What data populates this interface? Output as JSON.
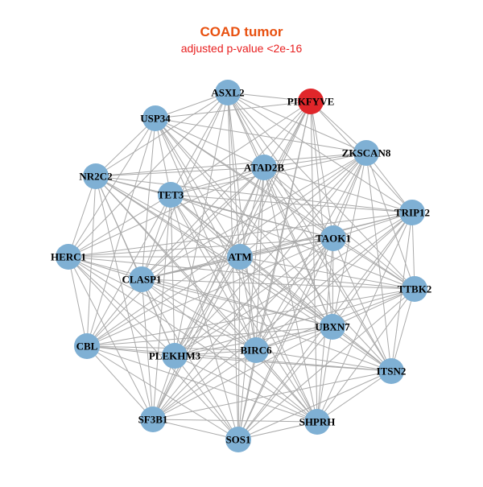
{
  "header": {
    "title": "COAD tumor",
    "subtitle": "adjusted p-value <2e-16"
  },
  "colors": {
    "title": "#e8500f",
    "subtitle": "#e82020",
    "node_default": "#7fb0d4",
    "node_highlight": "#e0262a",
    "edge": "#aaaaaa",
    "background": "#ffffff"
  },
  "network": {
    "highlight_node": "PIKFYVE",
    "nodes": [
      "PIKFYVE",
      "ASXL2",
      "USP34",
      "ZKSCAN8",
      "ATAD2B",
      "NR2C2",
      "TET3",
      "TRIP12",
      "TAOK1",
      "HERC1",
      "ATM",
      "CLASP1",
      "TTBK2",
      "UBXN7",
      "CBL",
      "BIRC6",
      "PLEKHM3",
      "ITSN2",
      "SF3B1",
      "SHPRH",
      "SOS1"
    ],
    "edges": [
      [
        "PIKFYVE",
        "ASXL2"
      ],
      [
        "PIKFYVE",
        "ZKSCAN8"
      ],
      [
        "PIKFYVE",
        "ATAD2B"
      ],
      [
        "PIKFYVE",
        "TET3"
      ],
      [
        "PIKFYVE",
        "TRIP12"
      ],
      [
        "PIKFYVE",
        "TAOK1"
      ],
      [
        "PIKFYVE",
        "ATM"
      ],
      [
        "PIKFYVE",
        "CLASP1"
      ],
      [
        "PIKFYVE",
        "UBXN7"
      ],
      [
        "PIKFYVE",
        "BIRC6"
      ],
      [
        "PIKFYVE",
        "PLEKHM3"
      ],
      [
        "PIKFYVE",
        "SOS1"
      ],
      [
        "PIKFYVE",
        "USP34"
      ],
      [
        "PIKFYVE",
        "SHPRH"
      ],
      [
        "PIKFYVE",
        "SF3B1"
      ],
      [
        "ASXL2",
        "USP34"
      ],
      [
        "ASXL2",
        "NR2C2"
      ],
      [
        "ASXL2",
        "TET3"
      ],
      [
        "ASXL2",
        "ATAD2B"
      ],
      [
        "ASXL2",
        "ZKSCAN8"
      ],
      [
        "ASXL2",
        "TRIP12"
      ],
      [
        "ASXL2",
        "TAOK1"
      ],
      [
        "ASXL2",
        "ATM"
      ],
      [
        "ASXL2",
        "CLASP1"
      ],
      [
        "ASXL2",
        "HERC1"
      ],
      [
        "ASXL2",
        "UBXN7"
      ],
      [
        "ASXL2",
        "BIRC6"
      ],
      [
        "ASXL2",
        "TTBK2"
      ],
      [
        "ASXL2",
        "ITSN2"
      ],
      [
        "ASXL2",
        "SOS1"
      ],
      [
        "ASXL2",
        "PLEKHM3"
      ],
      [
        "USP34",
        "NR2C2"
      ],
      [
        "USP34",
        "TET3"
      ],
      [
        "USP34",
        "ATAD2B"
      ],
      [
        "USP34",
        "ZKSCAN8"
      ],
      [
        "USP34",
        "TAOK1"
      ],
      [
        "USP34",
        "ATM"
      ],
      [
        "USP34",
        "HERC1"
      ],
      [
        "USP34",
        "CLASP1"
      ],
      [
        "USP34",
        "UBXN7"
      ],
      [
        "USP34",
        "TTBK2"
      ],
      [
        "USP34",
        "BIRC6"
      ],
      [
        "USP34",
        "ITSN2"
      ],
      [
        "USP34",
        "CBL"
      ],
      [
        "USP34",
        "SHPRH"
      ],
      [
        "ZKSCAN8",
        "ATAD2B"
      ],
      [
        "ZKSCAN8",
        "TRIP12"
      ],
      [
        "ZKSCAN8",
        "TAOK1"
      ],
      [
        "ZKSCAN8",
        "TTBK2"
      ],
      [
        "ZKSCAN8",
        "NR2C2"
      ],
      [
        "ZKSCAN8",
        "TET3"
      ],
      [
        "ZKSCAN8",
        "ATM"
      ],
      [
        "ZKSCAN8",
        "CLASP1"
      ],
      [
        "ZKSCAN8",
        "UBXN7"
      ],
      [
        "ZKSCAN8",
        "BIRC6"
      ],
      [
        "ZKSCAN8",
        "PLEKHM3"
      ],
      [
        "ZKSCAN8",
        "SF3B1"
      ],
      [
        "ZKSCAN8",
        "SOS1"
      ],
      [
        "ZKSCAN8",
        "CBL"
      ],
      [
        "ZKSCAN8",
        "ITSN2"
      ],
      [
        "ATAD2B",
        "NR2C2"
      ],
      [
        "ATAD2B",
        "TET3"
      ],
      [
        "ATAD2B",
        "TRIP12"
      ],
      [
        "ATAD2B",
        "TAOK1"
      ],
      [
        "ATAD2B",
        "ATM"
      ],
      [
        "ATAD2B",
        "CLASP1"
      ],
      [
        "ATAD2B",
        "HERC1"
      ],
      [
        "ATAD2B",
        "TTBK2"
      ],
      [
        "ATAD2B",
        "UBXN7"
      ],
      [
        "ATAD2B",
        "BIRC6"
      ],
      [
        "ATAD2B",
        "PLEKHM3"
      ],
      [
        "ATAD2B",
        "ITSN2"
      ],
      [
        "ATAD2B",
        "SF3B1"
      ],
      [
        "ATAD2B",
        "SHPRH"
      ],
      [
        "ATAD2B",
        "SOS1"
      ],
      [
        "ATAD2B",
        "CBL"
      ],
      [
        "NR2C2",
        "TET3"
      ],
      [
        "NR2C2",
        "HERC1"
      ],
      [
        "NR2C2",
        "CLASP1"
      ],
      [
        "NR2C2",
        "ATM"
      ],
      [
        "NR2C2",
        "TAOK1"
      ],
      [
        "NR2C2",
        "TRIP12"
      ],
      [
        "NR2C2",
        "UBXN7"
      ],
      [
        "NR2C2",
        "BIRC6"
      ],
      [
        "NR2C2",
        "CBL"
      ],
      [
        "NR2C2",
        "PLEKHM3"
      ],
      [
        "NR2C2",
        "SF3B1"
      ],
      [
        "NR2C2",
        "ITSN2"
      ],
      [
        "NR2C2",
        "SHPRH"
      ],
      [
        "TET3",
        "TRIP12"
      ],
      [
        "TET3",
        "TAOK1"
      ],
      [
        "TET3",
        "ATM"
      ],
      [
        "TET3",
        "CLASP1"
      ],
      [
        "TET3",
        "HERC1"
      ],
      [
        "TET3",
        "TTBK2"
      ],
      [
        "TET3",
        "UBXN7"
      ],
      [
        "TET3",
        "BIRC6"
      ],
      [
        "TET3",
        "CBL"
      ],
      [
        "TET3",
        "PLEKHM3"
      ],
      [
        "TET3",
        "ITSN2"
      ],
      [
        "TET3",
        "SF3B1"
      ],
      [
        "TET3",
        "SHPRH"
      ],
      [
        "TET3",
        "SOS1"
      ],
      [
        "TRIP12",
        "TAOK1"
      ],
      [
        "TRIP12",
        "TTBK2"
      ],
      [
        "TRIP12",
        "ATM"
      ],
      [
        "TRIP12",
        "UBXN7"
      ],
      [
        "TRIP12",
        "ITSN2"
      ],
      [
        "TRIP12",
        "BIRC6"
      ],
      [
        "TRIP12",
        "CLASP1"
      ],
      [
        "TRIP12",
        "PLEKHM3"
      ],
      [
        "TRIP12",
        "SHPRH"
      ],
      [
        "TRIP12",
        "SOS1"
      ],
      [
        "TRIP12",
        "SF3B1"
      ],
      [
        "TRIP12",
        "HERC1"
      ],
      [
        "TAOK1",
        "ATM"
      ],
      [
        "TAOK1",
        "CLASP1"
      ],
      [
        "TAOK1",
        "TTBK2"
      ],
      [
        "TAOK1",
        "UBXN7"
      ],
      [
        "TAOK1",
        "BIRC6"
      ],
      [
        "TAOK1",
        "ITSN2"
      ],
      [
        "TAOK1",
        "PLEKHM3"
      ],
      [
        "TAOK1",
        "SHPRH"
      ],
      [
        "TAOK1",
        "SOS1"
      ],
      [
        "TAOK1",
        "SF3B1"
      ],
      [
        "TAOK1",
        "CBL"
      ],
      [
        "TAOK1",
        "HERC1"
      ],
      [
        "HERC1",
        "CLASP1"
      ],
      [
        "HERC1",
        "CBL"
      ],
      [
        "HERC1",
        "ATM"
      ],
      [
        "HERC1",
        "PLEKHM3"
      ],
      [
        "HERC1",
        "SF3B1"
      ],
      [
        "HERC1",
        "BIRC6"
      ],
      [
        "HERC1",
        "UBXN7"
      ],
      [
        "HERC1",
        "TTBK2"
      ],
      [
        "HERC1",
        "SOS1"
      ],
      [
        "HERC1",
        "SHPRH"
      ],
      [
        "ATM",
        "CLASP1"
      ],
      [
        "ATM",
        "TTBK2"
      ],
      [
        "ATM",
        "UBXN7"
      ],
      [
        "ATM",
        "BIRC6"
      ],
      [
        "ATM",
        "PLEKHM3"
      ],
      [
        "ATM",
        "CBL"
      ],
      [
        "ATM",
        "ITSN2"
      ],
      [
        "ATM",
        "SF3B1"
      ],
      [
        "ATM",
        "SHPRH"
      ],
      [
        "ATM",
        "SOS1"
      ],
      [
        "CLASP1",
        "CBL"
      ],
      [
        "CLASP1",
        "PLEKHM3"
      ],
      [
        "CLASP1",
        "BIRC6"
      ],
      [
        "CLASP1",
        "UBXN7"
      ],
      [
        "CLASP1",
        "SF3B1"
      ],
      [
        "CLASP1",
        "SOS1"
      ],
      [
        "CLASP1",
        "SHPRH"
      ],
      [
        "CLASP1",
        "TTBK2"
      ],
      [
        "CLASP1",
        "ITSN2"
      ],
      [
        "TTBK2",
        "UBXN7"
      ],
      [
        "TTBK2",
        "ITSN2"
      ],
      [
        "TTBK2",
        "BIRC6"
      ],
      [
        "TTBK2",
        "SHPRH"
      ],
      [
        "TTBK2",
        "SOS1"
      ],
      [
        "TTBK2",
        "PLEKHM3"
      ],
      [
        "TTBK2",
        "CBL"
      ],
      [
        "UBXN7",
        "ITSN2"
      ],
      [
        "UBXN7",
        "BIRC6"
      ],
      [
        "UBXN7",
        "SHPRH"
      ],
      [
        "UBXN7",
        "SOS1"
      ],
      [
        "UBXN7",
        "PLEKHM3"
      ],
      [
        "UBXN7",
        "SF3B1"
      ],
      [
        "UBXN7",
        "CBL"
      ],
      [
        "CBL",
        "PLEKHM3"
      ],
      [
        "CBL",
        "SF3B1"
      ],
      [
        "CBL",
        "SOS1"
      ],
      [
        "CBL",
        "BIRC6"
      ],
      [
        "CBL",
        "SHPRH"
      ],
      [
        "CBL",
        "ITSN2"
      ],
      [
        "BIRC6",
        "PLEKHM3"
      ],
      [
        "BIRC6",
        "ITSN2"
      ],
      [
        "BIRC6",
        "SHPRH"
      ],
      [
        "BIRC6",
        "SOS1"
      ],
      [
        "BIRC6",
        "SF3B1"
      ],
      [
        "PLEKHM3",
        "SF3B1"
      ],
      [
        "PLEKHM3",
        "SOS1"
      ],
      [
        "PLEKHM3",
        "SHPRH"
      ],
      [
        "PLEKHM3",
        "ITSN2"
      ],
      [
        "ITSN2",
        "SHPRH"
      ],
      [
        "ITSN2",
        "SOS1"
      ],
      [
        "ITSN2",
        "SF3B1"
      ],
      [
        "SF3B1",
        "SOS1"
      ],
      [
        "SF3B1",
        "SHPRH"
      ],
      [
        "SHPRH",
        "SOS1"
      ]
    ]
  }
}
